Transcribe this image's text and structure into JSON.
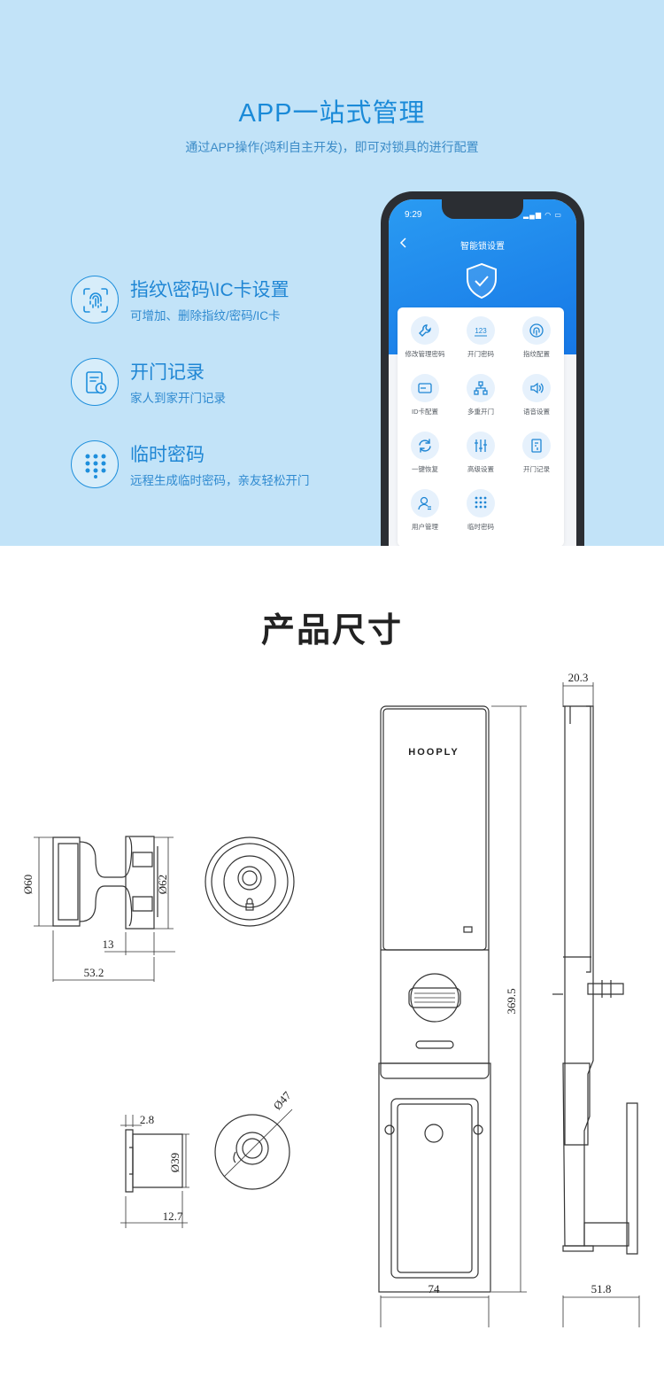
{
  "app_section": {
    "title": "APP一站式管理",
    "subtitle": "通过APP操作(鸿利自主开发)，即可对锁具的进行配置",
    "features": [
      {
        "title": "指纹\\密码\\IC卡设置",
        "desc": "可增加、删除指纹/密码/IC卡",
        "icon": "fingerprint-icon"
      },
      {
        "title": "开门记录",
        "desc": "家人到家开门记录",
        "icon": "record-clock-icon"
      },
      {
        "title": "临时密码",
        "desc": "远程生成临时密码，亲友轻松开门",
        "icon": "keypad-icon"
      }
    ],
    "phone": {
      "time": "9:29",
      "screen_title": "智能锁设置",
      "grid": [
        {
          "label": "修改管理密码",
          "icon": "wrench-icon"
        },
        {
          "label": "开门密码",
          "icon": "number-123-icon"
        },
        {
          "label": "指纹配置",
          "icon": "fingerprint-icon"
        },
        {
          "label": "ID卡配置",
          "icon": "card-icon"
        },
        {
          "label": "多重开门",
          "icon": "network-icon"
        },
        {
          "label": "语音设置",
          "icon": "speaker-icon"
        },
        {
          "label": "一键恢复",
          "icon": "refresh-icon"
        },
        {
          "label": "高级设置",
          "icon": "sliders-icon"
        },
        {
          "label": "开门记录",
          "icon": "record-icon"
        },
        {
          "label": "用户管理",
          "icon": "user-icon"
        },
        {
          "label": "临时密码",
          "icon": "keypad-icon"
        }
      ]
    }
  },
  "dimensions_section": {
    "title": "产品尺寸",
    "brand": "HOOPLY",
    "dims": {
      "d60": "Ø60",
      "d62": "Ø62",
      "w13": "13",
      "w53_2": "53.2",
      "t2_8": "2.8",
      "d39": "Ø39",
      "w12_7": "12.7",
      "d47": "Ø47",
      "h369_5": "369.5",
      "w74": "74",
      "w20_3": "20.3",
      "w51_8": "51.8"
    }
  },
  "colors": {
    "top_background": "#c2e3f8",
    "accent_blue": "#1f86d4",
    "phone_header": "#1a86ec"
  }
}
